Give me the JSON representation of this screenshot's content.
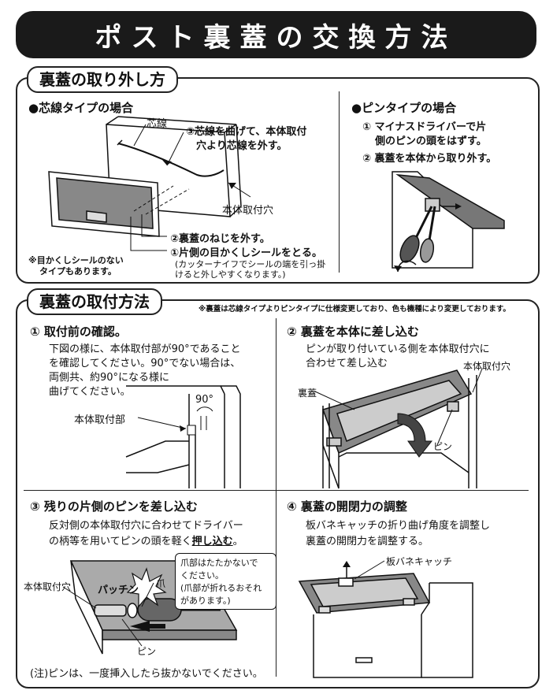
{
  "title": "ポスト裏蓋の交換方法",
  "removal": {
    "tab": "裏蓋の取り外し方",
    "core": {
      "heading": "●芯線タイプの場合",
      "label_core": "芯線",
      "step3_line1": "③芯線を曲げて、本体取付",
      "step3_line2": "穴より芯線を外す。",
      "label_hole": "本体取付穴",
      "step2": "②裏蓋のねじを外す。",
      "step1": "①片側の目かくしシールをとる。",
      "step1_note_line1": "(カッターナイフでシールの端を引っ掛",
      "step1_note_line2": "けると外しやすくなります。)",
      "note_line1": "※目かくしシールのない",
      "note_line2": "タイプもあります。"
    },
    "pin": {
      "heading": "●ピンタイプの場合",
      "step1_line1": "① マイナスドライバーで片",
      "step1_line2": "側のピンの頭をはずす。",
      "step2": "② 裏蓋を本体から取り外す。"
    }
  },
  "install": {
    "tab": "裏蓋の取付方法",
    "header_note": "※裏蓋は芯線タイプよりピンタイプに仕様変更しており、色も機種により変更しております。",
    "step1": {
      "heading": "① 取付前の確認。",
      "line1": "下図の様に、本体取付部が90°であること",
      "line2": "を確認してください。90°でない場合は、",
      "line3": "両側共、約90°になる様に",
      "line4": "曲げてください。",
      "label_part": "本体取付部",
      "label_angle": "90°"
    },
    "step2": {
      "heading": "② 裏蓋を本体に差し込む",
      "line1": "ピンが取り付いている側を本体取付穴に",
      "line2": "合わせて差し込む",
      "label_hole": "本体取付穴",
      "label_lid": "裏蓋",
      "label_pin": "ピン"
    },
    "step3": {
      "heading": "③ 残りの片側のピンを差し込む",
      "line1": "反対側の本体取付穴に合わせてドライバー",
      "line2_a": "の柄等を用いてピンの頭を軽く",
      "line2_b": "押し込む",
      "line2_c": "。",
      "label_hole": "本体取付穴",
      "label_pachin": "パッチン",
      "label_claw": "爪",
      "claw_note_line1": "爪部はたたかないで",
      "claw_note_line2": "ください。",
      "claw_note_line3": "(爪部が折れるおそれ",
      "claw_note_line4": "があります。)",
      "label_pin": "ピン",
      "footnote": "(注)ピンは、一度挿入したら抜かないでください。"
    },
    "step4": {
      "heading": "④ 裏蓋の開閉力の調整",
      "line1": "板バネキャッチの折り曲げ角度を調整し",
      "line2": "裏蓋の開閉力を調整する。",
      "label_catch": "板バネキャッチ"
    }
  }
}
